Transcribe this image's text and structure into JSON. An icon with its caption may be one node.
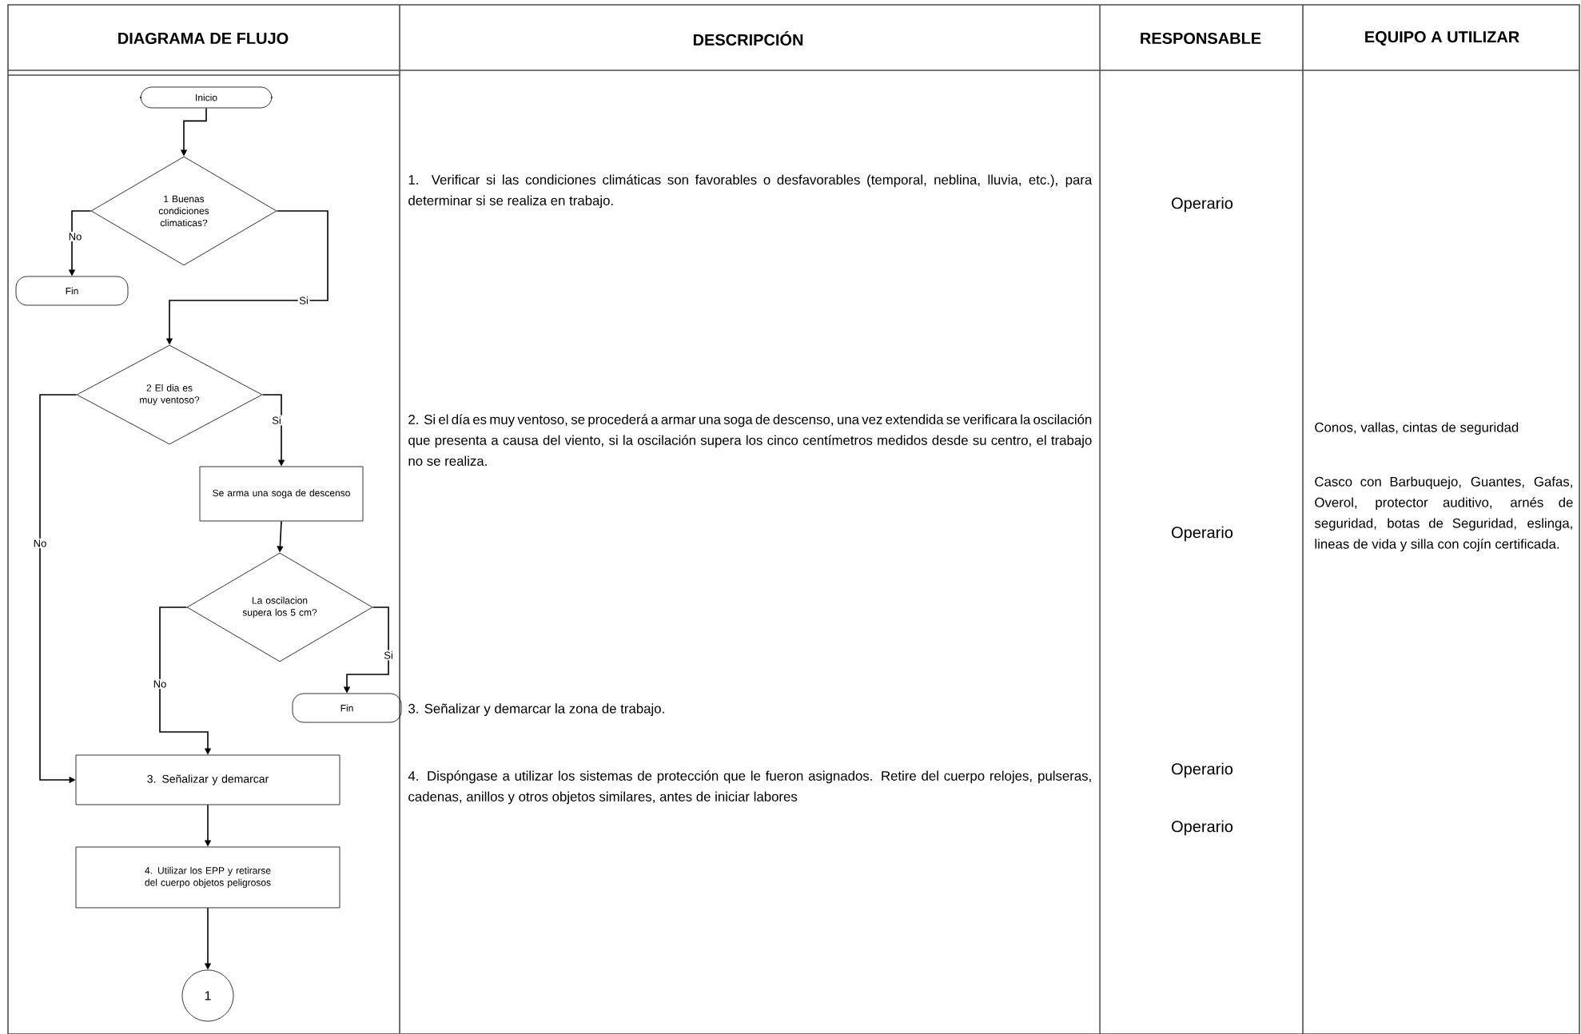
{
  "diagram": {
    "nodes": [
      {
        "text": [
          "Inicio"
        ]
      },
      {
        "text": [
          "1 Buenas condiciones climaticas?"
        ]
      },
      {
        "text": [
          "Fin"
        ]
      },
      {
        "text": [
          "2 El dia es muy ventoso?"
        ]
      },
      {
        "text": [
          "Se arma una soga de descenso"
        ]
      },
      {
        "text": [
          "La oscilacion supera los 5 cm?"
        ]
      },
      {
        "text": [
          "Fin"
        ]
      },
      {
        "text": [
          "3. Señalizar y demarcar"
        ]
      },
      {
        "text": [
          "4. Utilizar los EPP y retirarse del cuerpo objetos peligrosos"
        ]
      },
      {
        "text": [
          "1"
        ]
      }
    ],
    "edges": [
      {
        "from": 0,
        "to": 1,
        "arrow": "to"
      },
      {
        "from": 1,
        "to": 2,
        "arrow": "to",
        "label": "No"
      },
      {
        "from": 1,
        "to": 3,
        "arrow": "to",
        "label": "Si"
      },
      {
        "from": 3,
        "to": 4,
        "arrow": "to",
        "label": "Si"
      },
      {
        "from": 3,
        "to": 7,
        "arrow": "to",
        "label": "No"
      },
      {
        "from": 4,
        "to": 5,
        "arrow": "to"
      },
      {
        "from": 5,
        "to": 7,
        "arrow": "to",
        "label": "No"
      },
      {
        "from": 5,
        "to": 6,
        "arrow": "to",
        "label": "Si"
      },
      {
        "from": 7,
        "to": 8,
        "arrow": "to"
      },
      {
        "from": 8,
        "to": 9,
        "arrow": "to"
      }
    ],
    "labels": [
      "DIAGRAMA DE FLUJO",
      "DESCRIPCIÓN",
      "RESPONSABLE",
      "EQUIPO A UTILIZAR",
      "1. Verificar si las condiciones climáticas son favorables o desfavorables (temporal, neblina, lluvia, etc.), para determinar si se realiza en trabajo.",
      "Operario",
      "2. Si el día es muy ventoso, se procederá a armar una soga de descenso, una vez extendida se verificara la oscilación que presenta a causa del viento, si la oscilación supera los cinco centímetros medidos desde su centro, el trabajo no se realiza.",
      "Conos, vallas, cintas de seguridad",
      "Casco con Barbuquejo, Guantes, Gafas, Overol, protector auditivo, arnés de seguridad, botas de Seguridad, eslinga, lineas de vida y silla con cojín certificada.",
      "Operario",
      "3. Señalizar y demarcar la zona de trabajo.",
      "4. Dispóngase a utilizar los sistemas de protección que le fueron asignados. Retire del cuerpo relojes, pulseras, cadenas, anillos y otros objetos similares, antes de iniciar labores",
      "Operario",
      "Operario"
    ]
  }
}
